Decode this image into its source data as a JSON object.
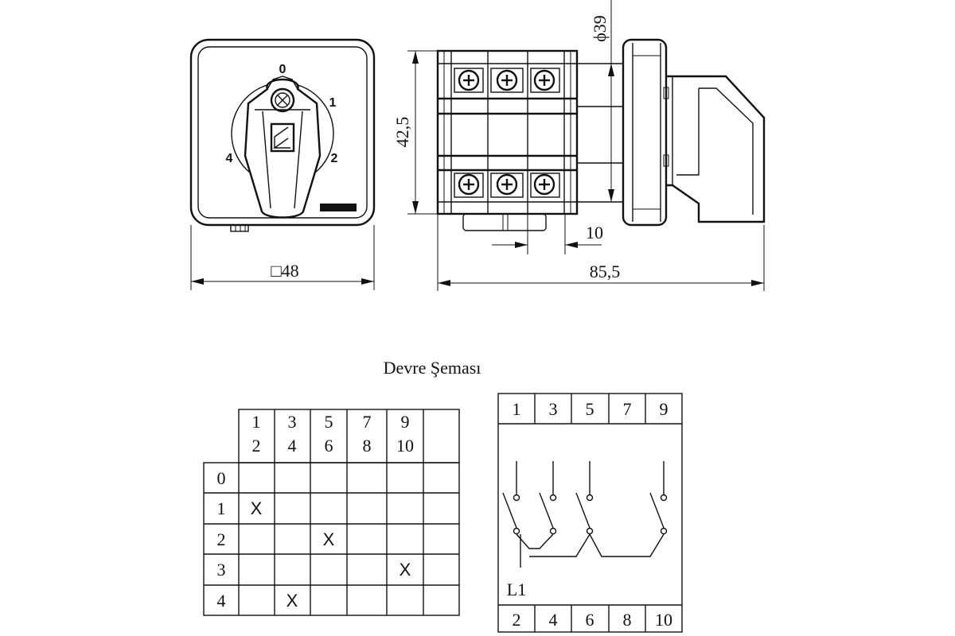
{
  "drawing": {
    "front_view": {
      "positions": [
        "0",
        "1",
        "2",
        "4"
      ],
      "dim_square": "□48"
    },
    "side_view": {
      "dim_height": "42,5",
      "dim_diameter": "ϕ39",
      "dim_small": "10",
      "dim_length": "85,5"
    }
  },
  "schema": {
    "title": "Devre Şeması",
    "table": {
      "column_headers": [
        [
          "1",
          "2"
        ],
        [
          "3",
          "4"
        ],
        [
          "5",
          "6"
        ],
        [
          "7",
          "8"
        ],
        [
          "9",
          "10"
        ],
        [
          "",
          ""
        ]
      ],
      "rows": [
        {
          "label": "0",
          "cells": [
            "",
            "",
            "",
            "",
            "",
            ""
          ]
        },
        {
          "label": "1",
          "cells": [
            "X",
            "",
            "",
            "",
            "",
            ""
          ]
        },
        {
          "label": "2",
          "cells": [
            "",
            "",
            "X",
            "",
            "",
            ""
          ]
        },
        {
          "label": "3",
          "cells": [
            "",
            "",
            "",
            "",
            "X",
            ""
          ]
        },
        {
          "label": "4",
          "cells": [
            "",
            "X",
            "",
            "",
            "",
            ""
          ]
        }
      ]
    },
    "circuit": {
      "top_terminals": [
        "1",
        "3",
        "5",
        "7",
        "9"
      ],
      "bottom_terminals": [
        "2",
        "4",
        "6",
        "8",
        "10"
      ],
      "input_label": "L1"
    }
  }
}
